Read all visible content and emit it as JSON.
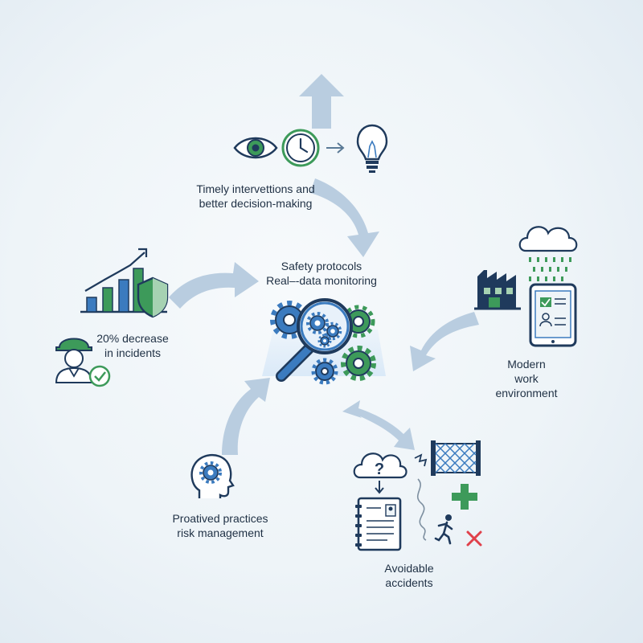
{
  "center": {
    "line1": "Safety protocols",
    "line2": "Real–-data monitoring"
  },
  "top": {
    "line1": "Timely intervettions and",
    "line2": "better decision-making"
  },
  "left": {
    "line1": "20% decrease",
    "line2": "in incidents"
  },
  "right": {
    "line1": "Modern",
    "line2": "work",
    "line3": "environment"
  },
  "bottom_left": {
    "line1": "Proatived practices",
    "line2": "risk management"
  },
  "bottom_right": {
    "line1": "Avoidable",
    "line2": "accidents"
  },
  "bottom_right_icons": {
    "question_mark": "?"
  },
  "colors": {
    "navy": "#1f3a5c",
    "blue": "#3b7bbf",
    "green": "#3d9a5a",
    "arrow": "#b9cde0",
    "red": "#e0404a"
  }
}
